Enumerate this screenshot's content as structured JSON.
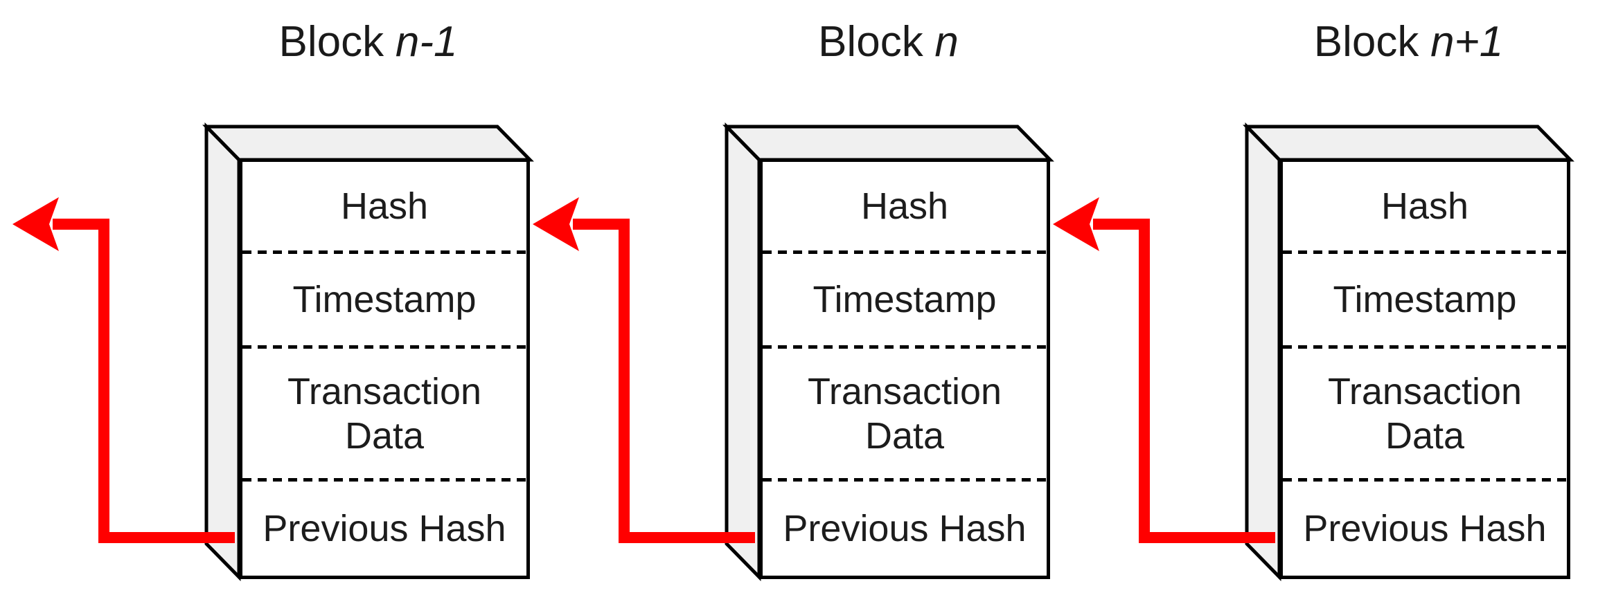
{
  "diagram": {
    "colors": {
      "arrow": "#ff0000",
      "face_fill": "#f0f0f0",
      "border": "#000000",
      "background": "#ffffff"
    },
    "blocks": [
      {
        "title_prefix": "Block",
        "title_index": "n-1",
        "fields": [
          [
            "Hash"
          ],
          [
            "Timestamp"
          ],
          [
            "Transaction",
            "Data"
          ],
          [
            "Previous Hash"
          ]
        ]
      },
      {
        "title_prefix": "Block",
        "title_index": "n",
        "fields": [
          [
            "Hash"
          ],
          [
            "Timestamp"
          ],
          [
            "Transaction",
            "Data"
          ],
          [
            "Previous Hash"
          ]
        ]
      },
      {
        "title_prefix": "Block",
        "title_index": "n+1",
        "fields": [
          [
            "Hash"
          ],
          [
            "Timestamp"
          ],
          [
            "Transaction",
            "Data"
          ],
          [
            "Previous Hash"
          ]
        ]
      }
    ],
    "connectors": [
      {
        "from": "Block n-1 Previous Hash",
        "to": "off-canvas left (previous block Hash)"
      },
      {
        "from": "Block n Previous Hash",
        "to": "Block n-1 Hash"
      },
      {
        "from": "Block n+1 Previous Hash",
        "to": "Block n Hash"
      }
    ]
  }
}
